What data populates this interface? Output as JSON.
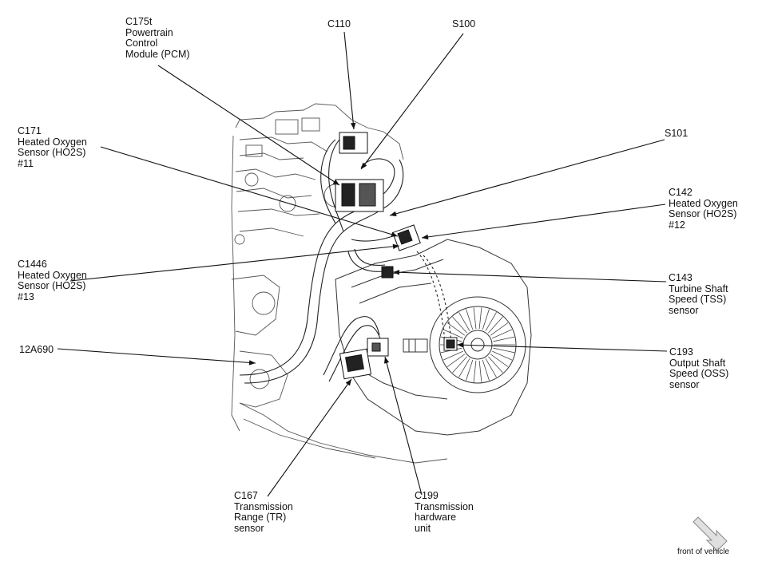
{
  "callouts": [
    {
      "id": "c175t",
      "lines": [
        "C175t",
        "Powertrain",
        "Control",
        "Module (PCM)"
      ]
    },
    {
      "id": "c110",
      "lines": [
        "C110"
      ]
    },
    {
      "id": "s100",
      "lines": [
        "S100"
      ]
    },
    {
      "id": "c171",
      "lines": [
        "C171",
        "Heated Oxygen",
        "Sensor (HO2S)",
        "#11"
      ]
    },
    {
      "id": "s101",
      "lines": [
        "S101"
      ]
    },
    {
      "id": "c142",
      "lines": [
        "C142",
        "Heated Oxygen",
        "Sensor (HO2S)",
        "#12"
      ]
    },
    {
      "id": "c1446",
      "lines": [
        "C1446",
        "Heated Oxygen",
        "Sensor (HO2S)",
        "#13"
      ]
    },
    {
      "id": "c143",
      "lines": [
        "C143",
        "Turbine Shaft",
        "Speed (TSS)",
        "sensor"
      ]
    },
    {
      "id": "12a690",
      "lines": [
        "12A690"
      ]
    },
    {
      "id": "c193",
      "lines": [
        "C193",
        "Output Shaft",
        "Speed (OSS)",
        "sensor"
      ]
    },
    {
      "id": "c167",
      "lines": [
        "C167",
        "Transmission",
        "Range (TR)",
        "sensor"
      ]
    },
    {
      "id": "c199",
      "lines": [
        "C199",
        "Transmission",
        "hardware",
        "unit"
      ]
    }
  ],
  "front_label": "front of vehicle"
}
